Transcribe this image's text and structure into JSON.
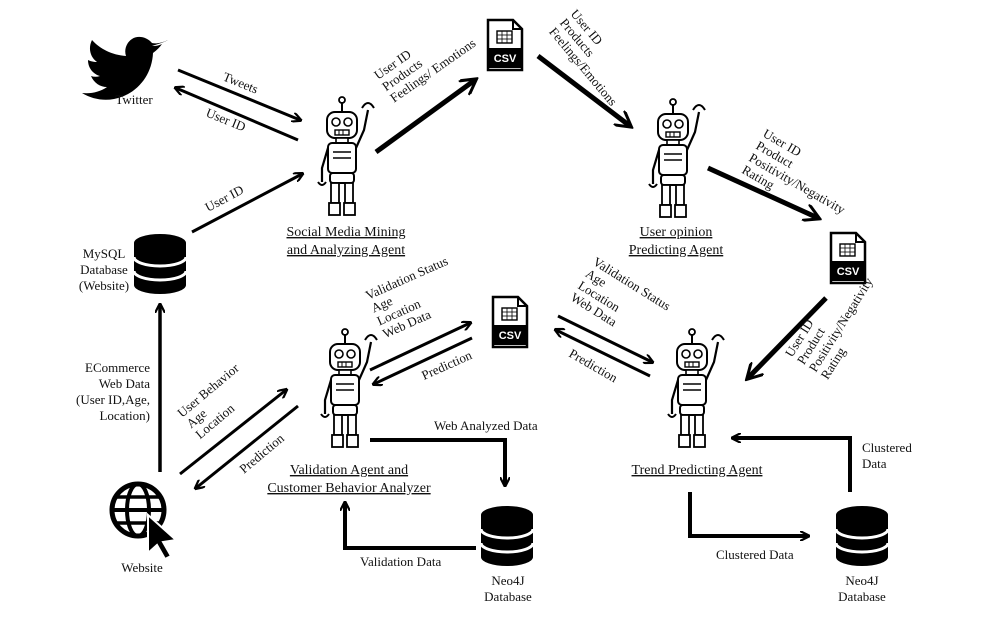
{
  "nodes": {
    "twitter": "Twitter",
    "mysql": [
      "MySQL",
      "Database",
      "(Website)"
    ],
    "website": "Website",
    "neo4j_left": [
      "Neo4J",
      "Database"
    ],
    "neo4j_right": [
      "Neo4J",
      "Database"
    ]
  },
  "agents": {
    "social": [
      "Social Media Mining",
      "and Analyzing Agent"
    ],
    "opinion": [
      "User opinion",
      "Predicting Agent"
    ],
    "validation": [
      "Validation Agent and",
      "Customer Behavior Analyzer"
    ],
    "trend": "Trend Predicting Agent"
  },
  "csv_label": "CSV",
  "edges": {
    "tweets": "Tweets",
    "userid_to_twitter": "User ID",
    "userid_from_db": "User ID",
    "social_to_csv": [
      "User ID",
      "Products",
      "Feelings/ Emotions"
    ],
    "csv_to_opinion": [
      "User ID",
      "Products",
      "Feelings/Emotions"
    ],
    "opinion_to_csv": [
      "User ID",
      "Product",
      "Positivity/Negativity",
      "Rating"
    ],
    "csv_to_trend": [
      "User ID",
      "Product",
      "Positivity/Negativity",
      "Rating"
    ],
    "validation_to_csv": [
      "Validation Status",
      "Age",
      "Location",
      "Web Data"
    ],
    "prediction_to_validation": "Prediction",
    "csv_to_trend_status": [
      "Validation Status",
      "Age",
      "Location",
      "Web Data"
    ],
    "prediction_from_trend": "Prediction",
    "ecommerce": [
      "ECommerce",
      "Web Data",
      "(User ID,Age,",
      "Location)"
    ],
    "website_to_validation": [
      "User Behavior",
      "Age",
      "Location"
    ],
    "prediction_to_website": "Prediction",
    "web_analyzed": "Web Analyzed Data",
    "validation_data": "Validation Data",
    "clustered_in": "Clustered Data",
    "clustered_out": [
      "Clustered",
      "Data"
    ]
  }
}
